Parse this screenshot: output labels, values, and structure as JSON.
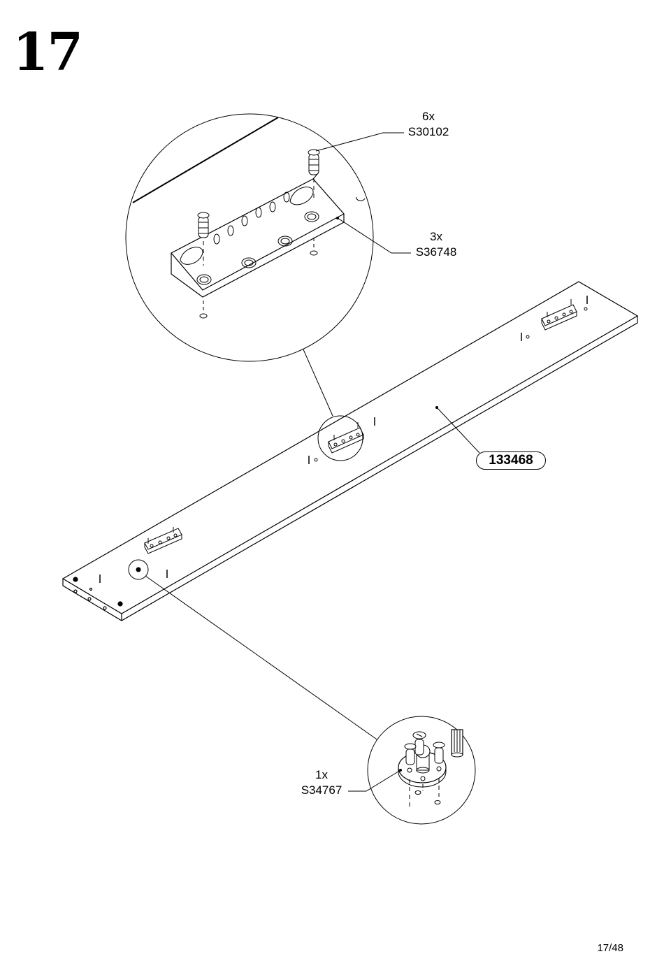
{
  "step": {
    "number": "17"
  },
  "callouts": [
    {
      "qty": "6x",
      "code": "S30102"
    },
    {
      "qty": "3x",
      "code": "S36748"
    },
    {
      "qty": "1x",
      "code": "S34767"
    }
  ],
  "part": {
    "code": "133468"
  },
  "page": {
    "indicator": "17/48"
  }
}
